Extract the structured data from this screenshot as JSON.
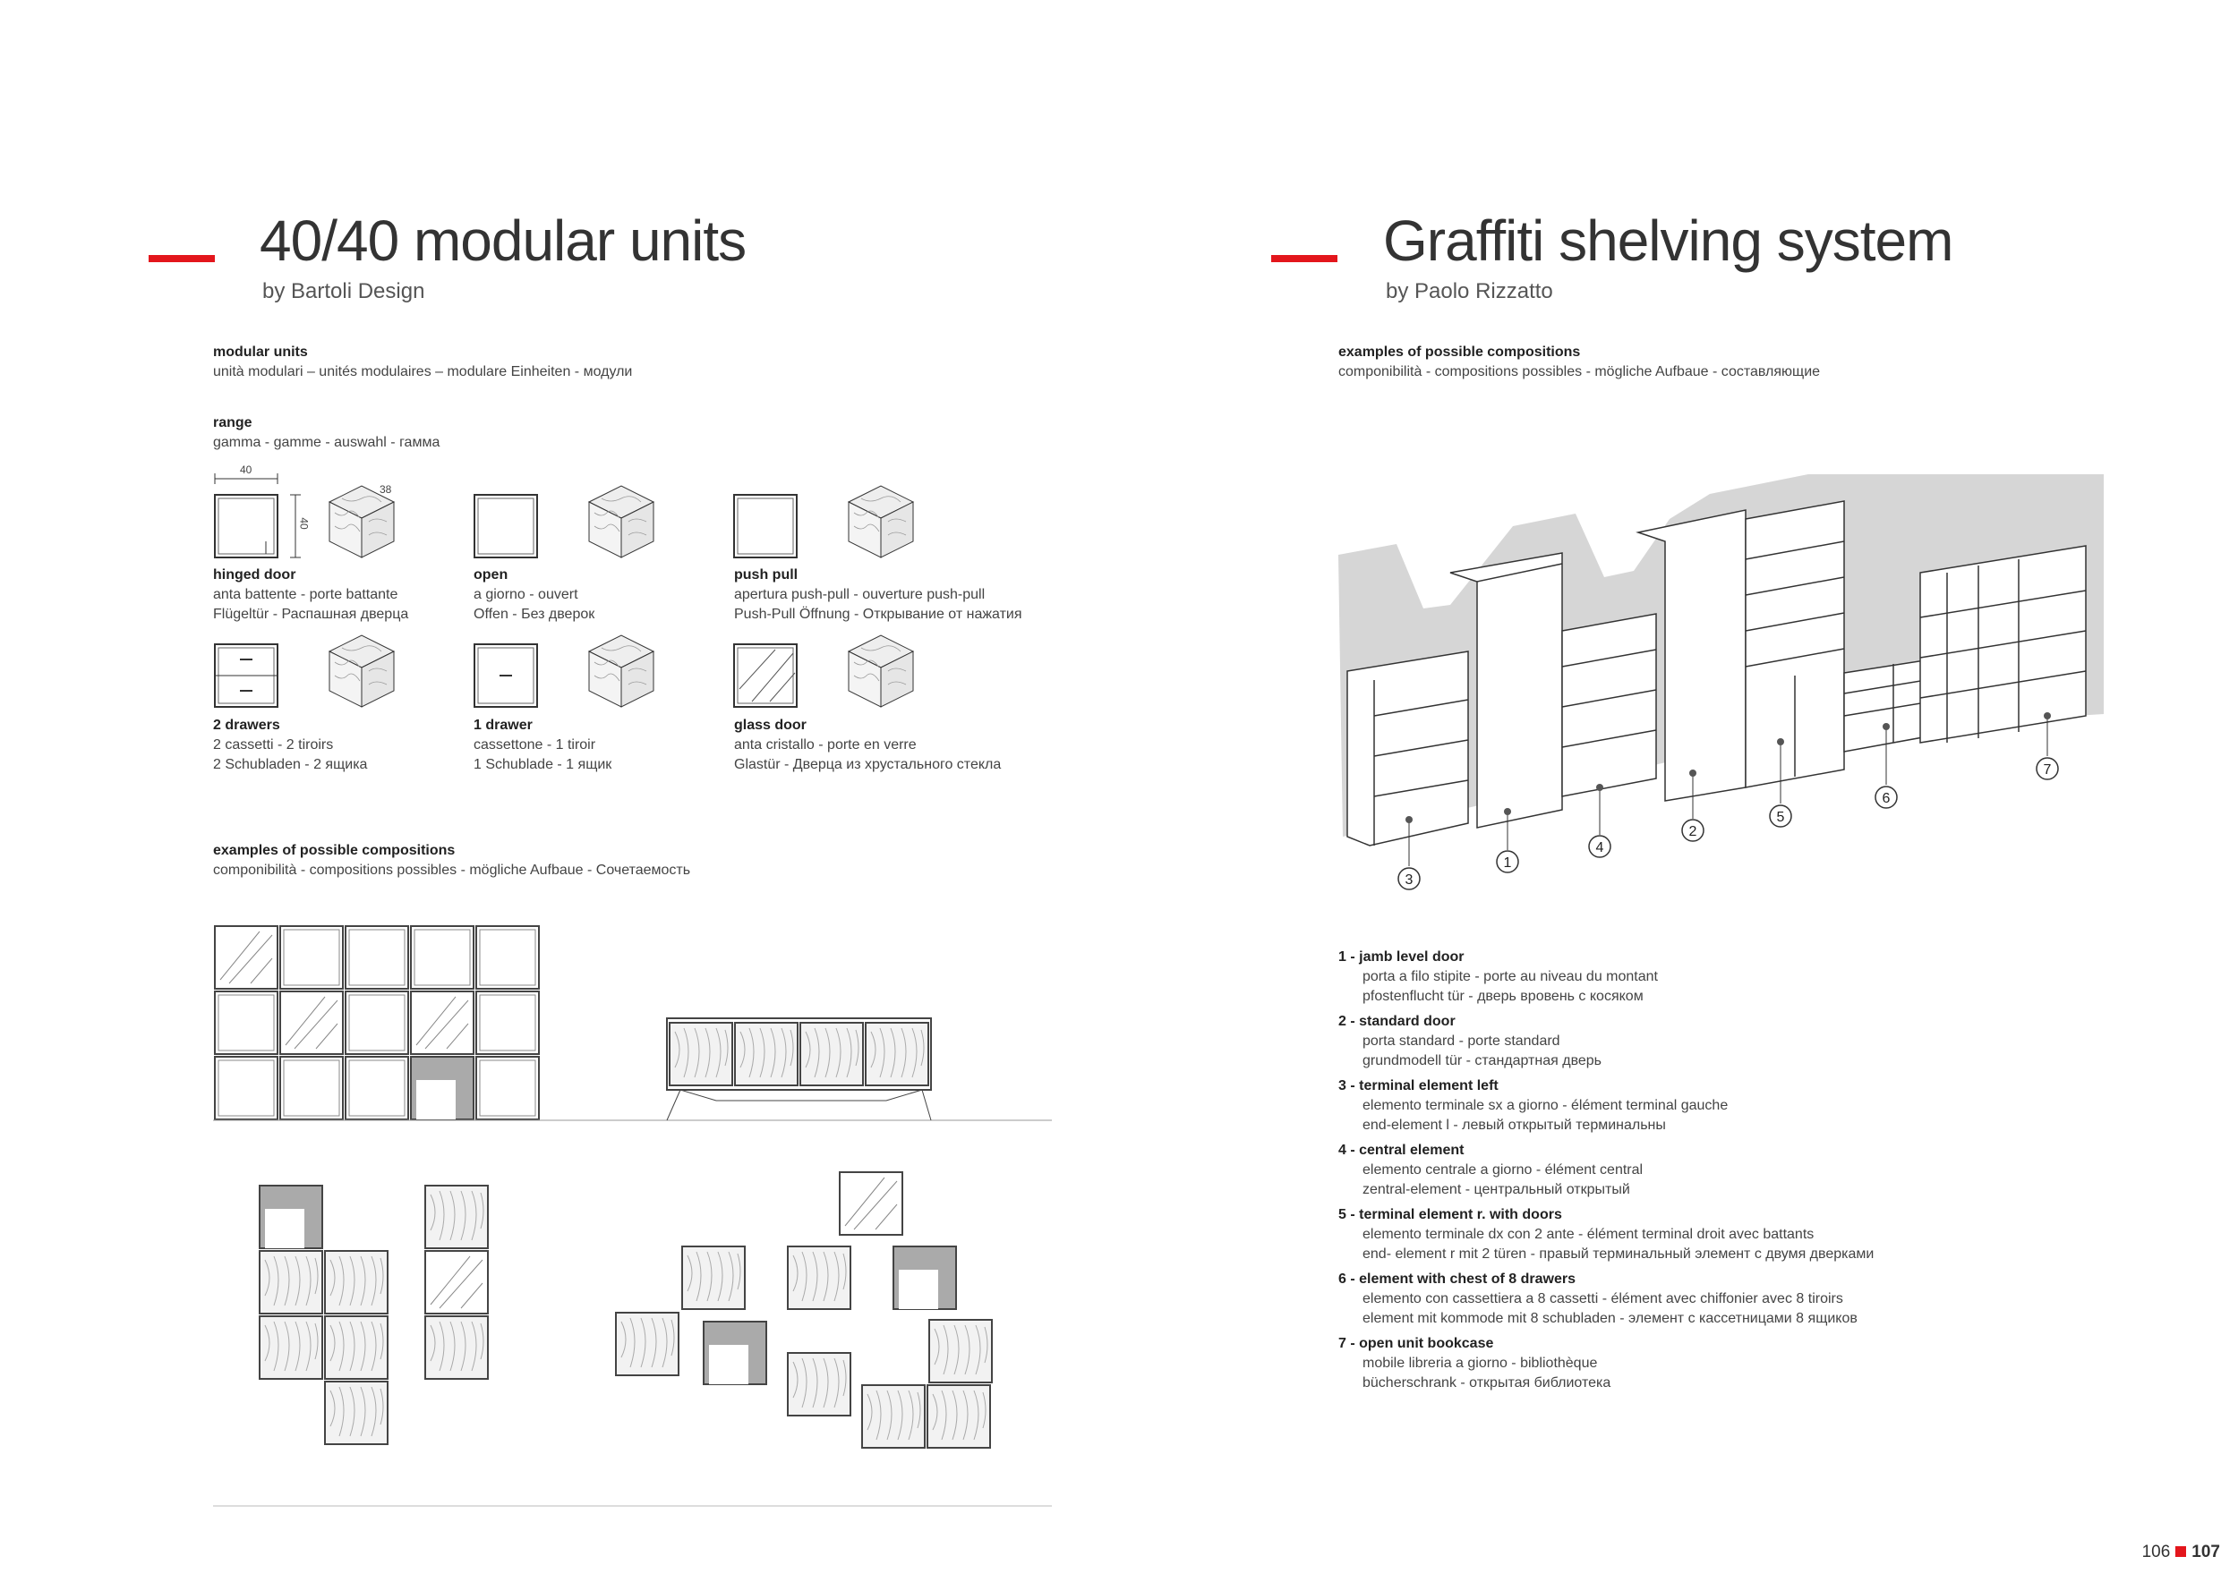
{
  "left": {
    "title": "40/40 modular units",
    "subtitle": "by Bartoli Design",
    "modular": {
      "label": "modular units",
      "translations": "unità modulari – unités modulaires – modulare Einheiten - модули"
    },
    "range": {
      "label": "range",
      "translations": "gamma - gamme - auswahl - гамма"
    },
    "dimensions": {
      "width": "40",
      "height": "40",
      "depth": "38"
    },
    "units": [
      {
        "name": "hinged door",
        "line1": "anta battente - porte battante",
        "line2": "Flügeltür - Распашная дверца"
      },
      {
        "name": "open",
        "line1": "a giorno - ouvert",
        "line2": "Offen - Без дверок"
      },
      {
        "name": "push pull",
        "line1": "apertura push-pull - ouverture push-pull",
        "line2": "Push-Pull Öffnung - Открывание от нажатия"
      },
      {
        "name": "2 drawers",
        "line1": "2 cassetti - 2 tiroirs",
        "line2": "2 Schubladen - 2 ящика"
      },
      {
        "name": "1 drawer",
        "line1": "cassettone - 1 tiroir",
        "line2": "1 Schublade - 1 ящик"
      },
      {
        "name": "glass door",
        "line1": "anta cristallo - porte en verre",
        "line2": "Glastür - Дверца из хрустального стекла"
      }
    ],
    "compositions": {
      "label": "examples of possible compositions",
      "translations": "componibilità - compositions possibles - mögliche Aufbaue - Сочетаемость"
    }
  },
  "right": {
    "title": "Graffiti shelving system",
    "subtitle": "by Paolo Rizzatto",
    "compositions": {
      "label": "examples of possible compositions",
      "translations": "componibilità - compositions possibles - mögliche Aufbaue - составляющие"
    },
    "callouts": [
      "3",
      "1",
      "4",
      "2",
      "5",
      "6",
      "7"
    ],
    "legend": [
      {
        "title": "1 - jamb level door",
        "line1": "porta a filo stipite - porte au niveau du montant",
        "line2": "pfostenflucht tür - дверь вровень с косяком"
      },
      {
        "title": "2 - standard door",
        "line1": "porta standard - porte standard",
        "line2": "grundmodell tür - стандартная дверь"
      },
      {
        "title": "3 - terminal element left",
        "line1": "elemento terminale sx a giorno - élément terminal gauche",
        "line2": "end-element l - левый открытый терминальны"
      },
      {
        "title": "4 - central element",
        "line1": "elemento centrale a giorno - élément central",
        "line2": "zentral-element - центральный открытый"
      },
      {
        "title": "5 - terminal element r. with doors",
        "line1": "elemento terminale dx con 2 ante - élément terminal droit avec battants",
        "line2": "end- element r mit 2 türen - правый терминальный элемент с двумя дверками"
      },
      {
        "title": "6 - element with chest of 8 drawers",
        "line1": "elemento con cassettiera a 8 cassetti - élément avec chiffonier avec 8 tiroirs",
        "line2": "element mit kommode mit 8 schubladen - элемент с кассетницами 8 ящиков"
      },
      {
        "title": "7 - open unit bookcase",
        "line1": "mobile libreria a giorno - bibliothèque",
        "line2": "bücherschrank - открытая библиотека"
      }
    ]
  },
  "footer": {
    "page_left": "106",
    "page_right": "107"
  },
  "colors": {
    "accent": "#e3161c",
    "shade": "#d6d6d6"
  }
}
